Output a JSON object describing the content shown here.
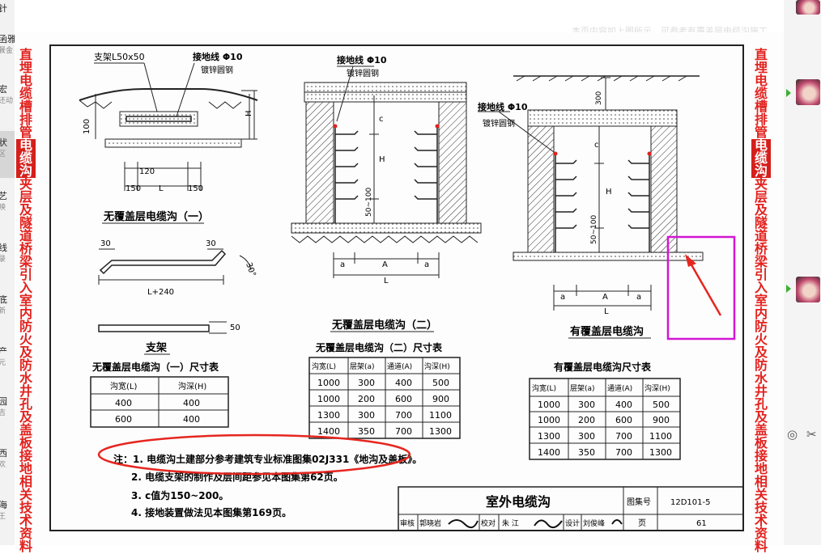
{
  "left_panel": {
    "items": [
      {
        "title": "针",
        "sub": ""
      },
      {
        "title": "函雅",
        "sub": "餐金"
      },
      {
        "title": "宏",
        "sub": "还动"
      },
      {
        "title": "状",
        "sub": "区"
      },
      {
        "title": "艺",
        "sub": "映"
      },
      {
        "title": "线",
        "sub": "录"
      },
      {
        "title": "底",
        "sub": "新"
      },
      {
        "title": "产",
        "sub": "元"
      },
      {
        "title": "园",
        "sub": "吉"
      },
      {
        "title": "西",
        "sub": "欢"
      },
      {
        "title": "海",
        "sub": "王"
      }
    ]
  },
  "document": {
    "top_faded_text": "本页内容如上图所示，可参考有覆盖层电缆沟施工",
    "side_title_chars": [
      "直",
      "埋",
      "电",
      "缆",
      "槽",
      "排",
      "管",
      "电",
      "缆",
      "沟",
      "夹",
      "层",
      "及",
      "隧",
      "道",
      "桥",
      "梁",
      "引",
      "入",
      "室",
      "内",
      "防",
      "火",
      "及",
      "防",
      "水",
      "井",
      "孔",
      "及",
      "盖",
      "板",
      "接",
      "地",
      "相",
      "关",
      "技",
      "术",
      "资",
      "料"
    ],
    "diagram1": {
      "bracket_label": "支架L50x50",
      "ground_label": "接地线 Φ10",
      "ground_sub": "镀锌圆钢",
      "h_label": "H",
      "dim_100": "100",
      "dim_120": "120",
      "dim_150": "150",
      "dim_L": "L",
      "title": "无覆盖层电缆沟（一）"
    },
    "bracket": {
      "dim_30a": "30",
      "dim_30b": "30",
      "angle": "30°",
      "dim_L240": "L+240",
      "dim_50": "50",
      "title": "支架"
    },
    "diagram2": {
      "ground_label": "接地线 Φ10",
      "ground_sub": "镀锌圆钢",
      "c_label": "c",
      "h_label": "H",
      "dim_50_100": "50~100",
      "dim_a": "a",
      "dim_A": "A",
      "dim_L": "L",
      "title": "无覆盖层电缆沟（二）"
    },
    "diagram3": {
      "ground_label": "接地线 Φ10",
      "ground_sub": "镀锌圆钢",
      "dim_300": "300",
      "c_label": "c",
      "h_label": "H",
      "dim_50_100": "50~100",
      "dim_a": "a",
      "dim_A": "A",
      "dim_L": "L",
      "title": "有覆盖层电缆沟"
    },
    "table1": {
      "caption": "无覆盖层电缆沟（一）尺寸表",
      "headers": [
        "沟宽(L)",
        "沟深(H)"
      ],
      "rows": [
        [
          "400",
          "400"
        ],
        [
          "600",
          "400"
        ]
      ]
    },
    "table2": {
      "caption": "无覆盖层电缆沟（二）尺寸表",
      "headers": [
        "沟宽(L)",
        "层架(a)",
        "通道(A)",
        "沟深(H)"
      ],
      "rows": [
        [
          "1000",
          "300",
          "400",
          "500"
        ],
        [
          "1000",
          "200",
          "600",
          "900"
        ],
        [
          "1300",
          "300",
          "700",
          "1100"
        ],
        [
          "1400",
          "350",
          "700",
          "1300"
        ]
      ]
    },
    "table3": {
      "caption": "有覆盖层电缆沟尺寸表",
      "headers": [
        "沟宽(L)",
        "层架(a)",
        "通道(A)",
        "沟深(H)"
      ],
      "rows": [
        [
          "1000",
          "300",
          "400",
          "500"
        ],
        [
          "1000",
          "200",
          "600",
          "900"
        ],
        [
          "1300",
          "300",
          "700",
          "1100"
        ],
        [
          "1400",
          "350",
          "700",
          "1300"
        ]
      ]
    },
    "notes": [
      "注：1. 电缆沟土建部分参考建筑专业标准图集02J331《地沟及盖板》。",
      "2. 电缆支架的制作及层间距参见本图集第62页。",
      "3. c值为150~200。",
      "4. 接地装置做法见本图集第169页。"
    ],
    "title_block": {
      "title": "室外电缆沟",
      "atlas_label": "图集号",
      "atlas_no": "12D101-5",
      "review_label": "审核",
      "reviewer": "郭晓岩",
      "check_label": "校对",
      "checker": "朱 江",
      "design_label": "设计",
      "designer": "刘俊峰",
      "page_label": "页",
      "page_no": "61"
    },
    "annotation_color": "#d316d3",
    "ellipse_color": "#e5261f"
  }
}
